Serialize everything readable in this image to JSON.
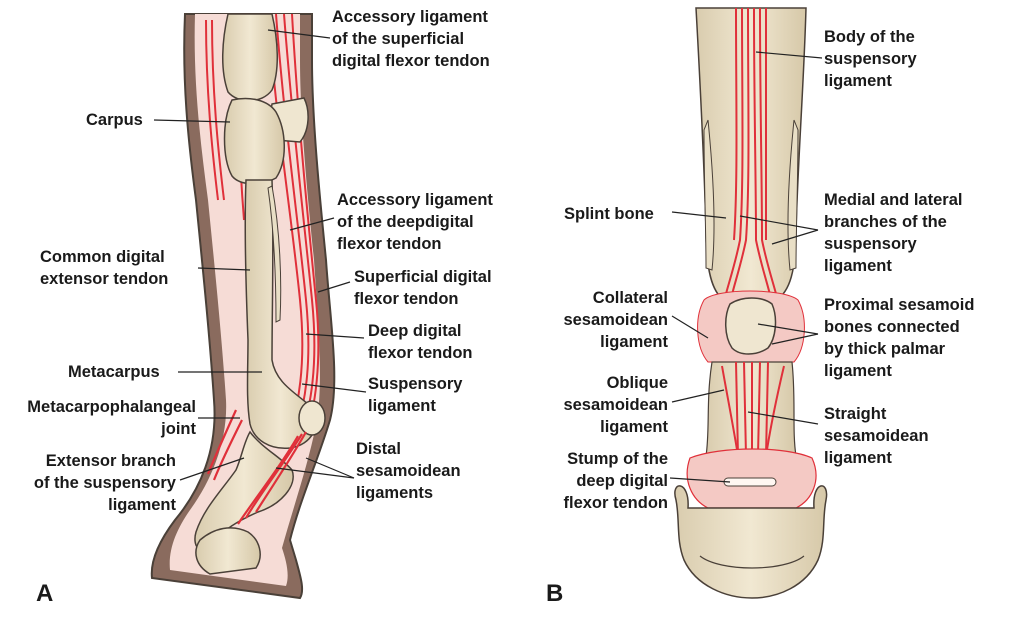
{
  "panels": {
    "a": {
      "letter": "A",
      "labels": {
        "acc_superficial": "Accessory ligament\nof the superficial\ndigital flexor tendon",
        "carpus": "Carpus",
        "acc_deep": "Accessory ligament\nof the deepdigital\nflexor tendon",
        "common_extensor": "Common  digital\nextensor tendon",
        "superficial_flexor": "Superficial digital\nflexor tendon",
        "deep_flexor": "Deep digital\nflexor tendon",
        "metacarpus": "Metacarpus",
        "suspensory": "Suspensory\nligament",
        "mcp_joint": "Metacarpophalangeal\njoint",
        "distal_sesamoidean": "Distal\nsesamoidean\nligaments",
        "extensor_branch": "Extensor branch\nof the suspensory\nligament"
      }
    },
    "b": {
      "letter": "B",
      "labels": {
        "body_suspensory": "Body of the\nsuspensory\nligament",
        "splint_bone": "Splint bone",
        "branches": "Medial and lateral\nbranches of the\nsuspensory\nligament",
        "collateral": "Collateral\nsesamoidean\nligament",
        "proximal_sesamoid": "Proximal sesamoid\nbones connected\nby thick palmar\nligament",
        "oblique": "Oblique\nsesamoidean\nligament",
        "straight": "Straight\nsesamoidean\nligament",
        "stump": "Stump of the\ndeep digital\nflexor  tendon"
      }
    }
  },
  "colors": {
    "bone": "#ede2c8",
    "bone_outline": "#4a4038",
    "hoof": "#8a6b5e",
    "tendon_red": "#e0303a",
    "tendon_pink": "#f4c9c4",
    "leader_line": "#222222"
  }
}
